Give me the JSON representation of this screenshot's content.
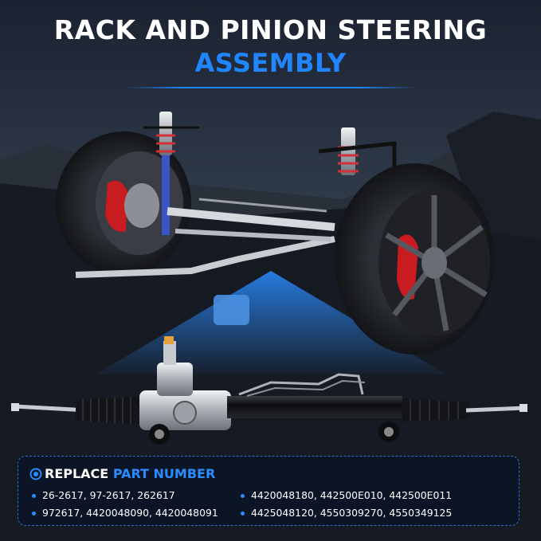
{
  "header": {
    "title": "RACK AND PINION STEERING",
    "subtitle": "ASSEMBLY"
  },
  "colors": {
    "accent_blue": "#1f86ff",
    "title_white": "#ffffff",
    "caliper_red": "#c81c20",
    "spring_red": "#d0303a"
  },
  "panel": {
    "heading_white": "REPLACE",
    "heading_blue": "PART NUMBER",
    "icon": "target-icon",
    "left_column": [
      "26-2617, 97-2617, 262617",
      "972617, 4420048090, 4420048091"
    ],
    "right_column": [
      "4420048180, 442500E010, 442500E011",
      "4425048120, 4550309270, 4550349125"
    ]
  }
}
